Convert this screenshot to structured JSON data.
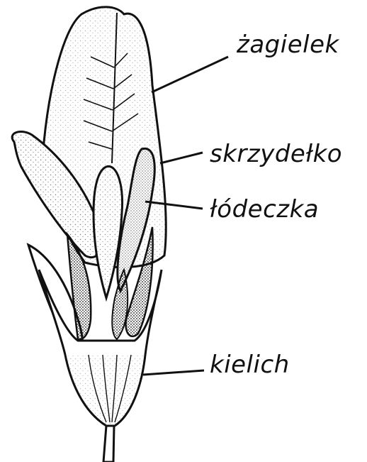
{
  "labels": {
    "standard": "żagielek",
    "wing": "skrzydełko",
    "keel": "łódeczka",
    "calyx": "kielich"
  },
  "colors": {
    "ink": "#111111",
    "paper": "#ffffff"
  }
}
